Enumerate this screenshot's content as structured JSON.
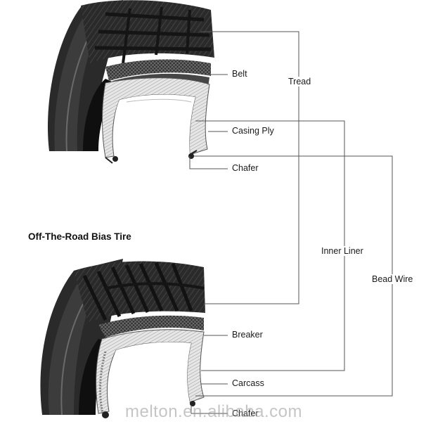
{
  "diagram": {
    "caption": "Off-The-Road Bias Tire",
    "labels": {
      "belt": "Belt",
      "tread": "Tread",
      "casing_ply": "Casing Ply",
      "chafer_top": "Chafer",
      "inner_liner": "Inner Liner",
      "bead_wire": "Bead Wire",
      "breaker": "Breaker",
      "carcass": "Carcass",
      "chafer_bottom": "Chafer"
    },
    "watermark": "melton.en.alibaba.com"
  },
  "colors": {
    "line": "#555555",
    "tire_dark": "#1c1c1c",
    "tire_mid": "#3a3a3a",
    "casing_light": "#d9d9d9"
  }
}
